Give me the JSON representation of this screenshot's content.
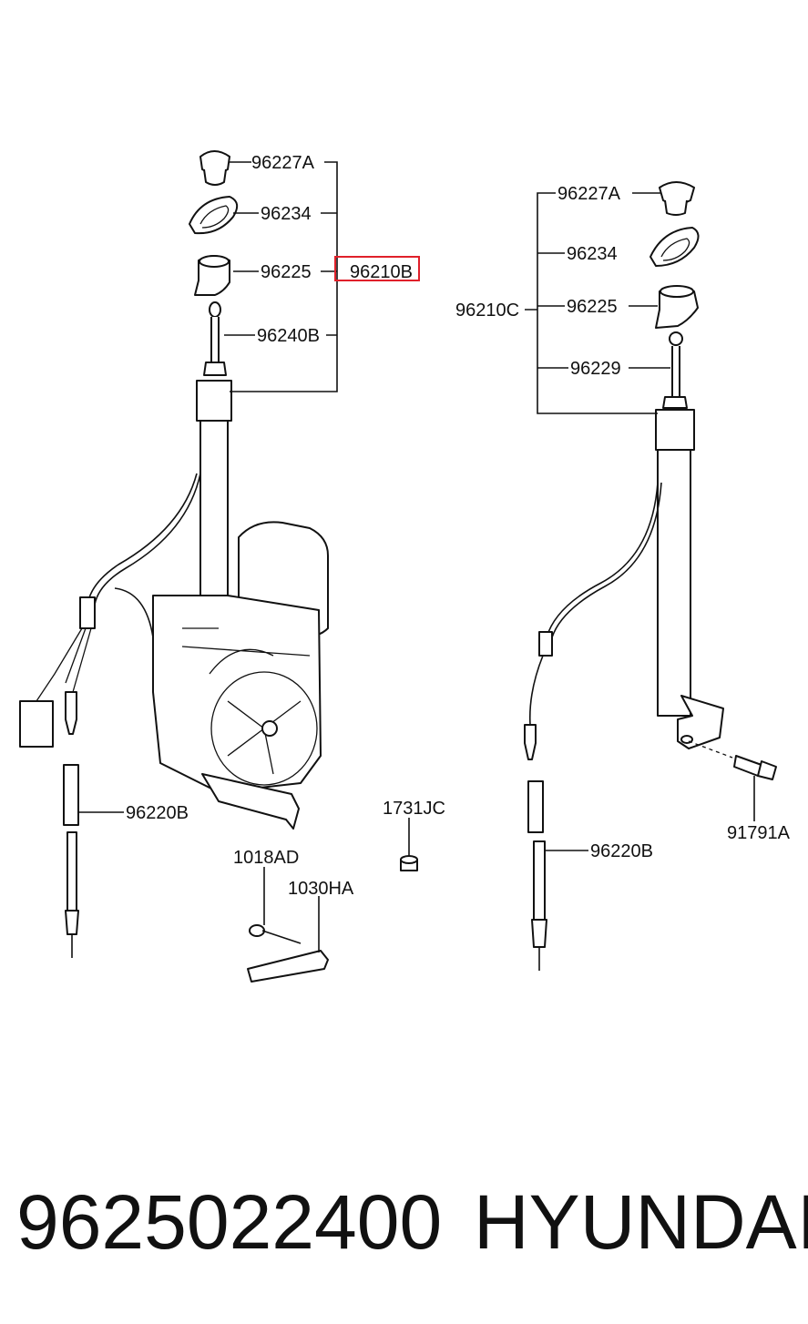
{
  "labels": {
    "left_cap": "96227A",
    "left_washer": "96234",
    "left_bezel": "96225",
    "left_assembly_highlighted": "96210B",
    "left_mast": "96240B",
    "left_cable": "96220B",
    "bracket_bolt": "1018AD",
    "bracket": "1030HA",
    "nut": "1731JC",
    "right_cap": "96227A",
    "right_washer": "96234",
    "right_assembly": "96210C",
    "right_bezel": "96225",
    "right_mast": "96229",
    "right_cable": "96220B",
    "right_screw": "91791A"
  },
  "highlight_color": "#e0202a",
  "caption": {
    "part_number": "9625022400",
    "brand": "HYUNDAI"
  }
}
